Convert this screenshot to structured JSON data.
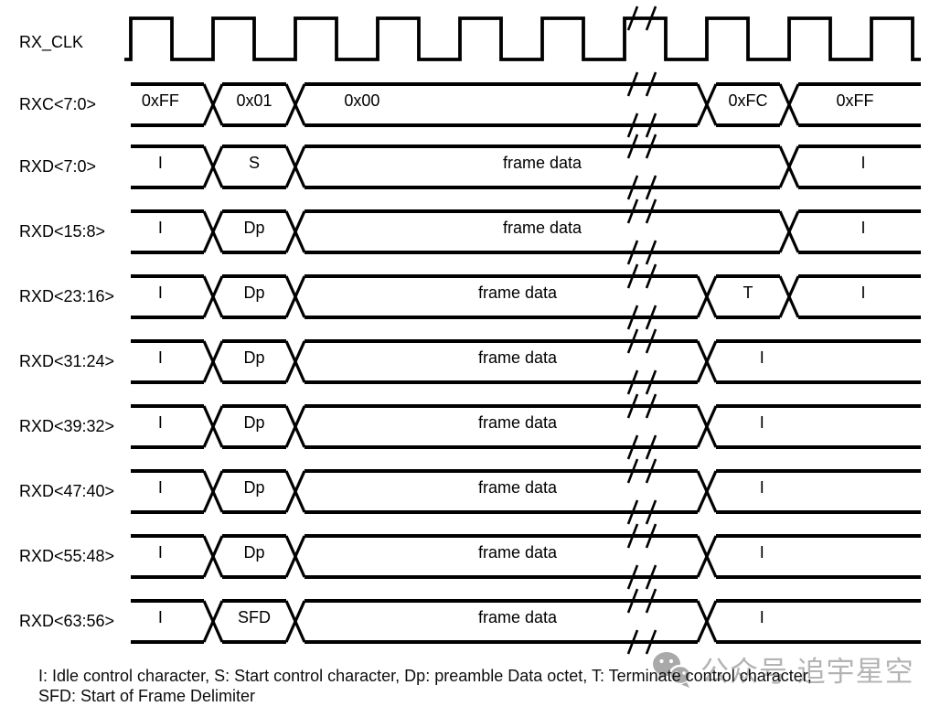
{
  "diagram": {
    "clock": {
      "label": "RX_CLK",
      "cycles": 10,
      "duty": 0.5
    },
    "time_end": 9.6,
    "break_at": 6.2,
    "signals": [
      {
        "name": "RXC<7:0>",
        "segments": [
          {
            "label": "0xFF",
            "from": 0,
            "to": 1,
            "label_at": 0.36
          },
          {
            "label": "0x01",
            "from": 1,
            "to": 2
          },
          {
            "label": "0x00",
            "from": 2,
            "to": 7,
            "label_at": 2.81
          },
          {
            "label": "0xFC",
            "from": 7,
            "to": 8
          },
          {
            "label": "0xFF",
            "from": 8,
            "to": 9.6
          }
        ]
      },
      {
        "name": "RXD<7:0>",
        "segments": [
          {
            "label": "I",
            "from": 0,
            "to": 1,
            "label_at": 0.36
          },
          {
            "label": "S",
            "from": 1,
            "to": 2
          },
          {
            "label": "frame data",
            "from": 2,
            "to": 8,
            "label_at": 5.0
          },
          {
            "label": "I",
            "from": 8,
            "to": 9.6,
            "label_at": 8.9
          }
        ]
      },
      {
        "name": "RXD<15:8>",
        "segments": [
          {
            "label": "I",
            "from": 0,
            "to": 1,
            "label_at": 0.36
          },
          {
            "label": "Dp",
            "from": 1,
            "to": 2
          },
          {
            "label": "frame data",
            "from": 2,
            "to": 8,
            "label_at": 5.0
          },
          {
            "label": "I",
            "from": 8,
            "to": 9.6,
            "label_at": 8.9
          }
        ]
      },
      {
        "name": "RXD<23:16>",
        "segments": [
          {
            "label": "I",
            "from": 0,
            "to": 1,
            "label_at": 0.36
          },
          {
            "label": "Dp",
            "from": 1,
            "to": 2
          },
          {
            "label": "frame data",
            "from": 2,
            "to": 7,
            "label_at": 4.7
          },
          {
            "label": "T",
            "from": 7,
            "to": 8
          },
          {
            "label": "I",
            "from": 8,
            "to": 9.6,
            "label_at": 8.9
          }
        ]
      },
      {
        "name": "RXD<31:24>",
        "segments": [
          {
            "label": "I",
            "from": 0,
            "to": 1,
            "label_at": 0.36
          },
          {
            "label": "Dp",
            "from": 1,
            "to": 2
          },
          {
            "label": "frame data",
            "from": 2,
            "to": 7,
            "label_at": 4.7
          },
          {
            "label": "I",
            "from": 7,
            "to": 9.6,
            "label_at": 7.67
          }
        ]
      },
      {
        "name": "RXD<39:32>",
        "segments": [
          {
            "label": "I",
            "from": 0,
            "to": 1,
            "label_at": 0.36
          },
          {
            "label": "Dp",
            "from": 1,
            "to": 2
          },
          {
            "label": "frame data",
            "from": 2,
            "to": 7,
            "label_at": 4.7
          },
          {
            "label": "I",
            "from": 7,
            "to": 9.6,
            "label_at": 7.67
          }
        ]
      },
      {
        "name": "RXD<47:40>",
        "segments": [
          {
            "label": "I",
            "from": 0,
            "to": 1,
            "label_at": 0.36
          },
          {
            "label": "Dp",
            "from": 1,
            "to": 2
          },
          {
            "label": "frame data",
            "from": 2,
            "to": 7,
            "label_at": 4.7
          },
          {
            "label": "I",
            "from": 7,
            "to": 9.6,
            "label_at": 7.67
          }
        ]
      },
      {
        "name": "RXD<55:48>",
        "segments": [
          {
            "label": "I",
            "from": 0,
            "to": 1,
            "label_at": 0.36
          },
          {
            "label": "Dp",
            "from": 1,
            "to": 2
          },
          {
            "label": "frame data",
            "from": 2,
            "to": 7,
            "label_at": 4.7
          },
          {
            "label": "I",
            "from": 7,
            "to": 9.6,
            "label_at": 7.67
          }
        ]
      },
      {
        "name": "RXD<63:56>",
        "segments": [
          {
            "label": "I",
            "from": 0,
            "to": 1,
            "label_at": 0.36
          },
          {
            "label": "SFD",
            "from": 1,
            "to": 2
          },
          {
            "label": "frame data",
            "from": 2,
            "to": 7,
            "label_at": 4.7
          },
          {
            "label": "I",
            "from": 7,
            "to": 9.6,
            "label_at": 7.67
          }
        ]
      }
    ],
    "legend": {
      "line1": "I: Idle control character, S: Start control character, Dp: preamble Data octet, T: Terminate control character,",
      "line2": "SFD: Start of Frame Delimiter"
    },
    "watermark": {
      "text": "公众号 追宇星空",
      "color": "#b4b4b4",
      "icon_color": "#a9a9a9"
    },
    "colors": {
      "line": "#000000",
      "text": "#000000",
      "background": "#ffffff"
    }
  }
}
